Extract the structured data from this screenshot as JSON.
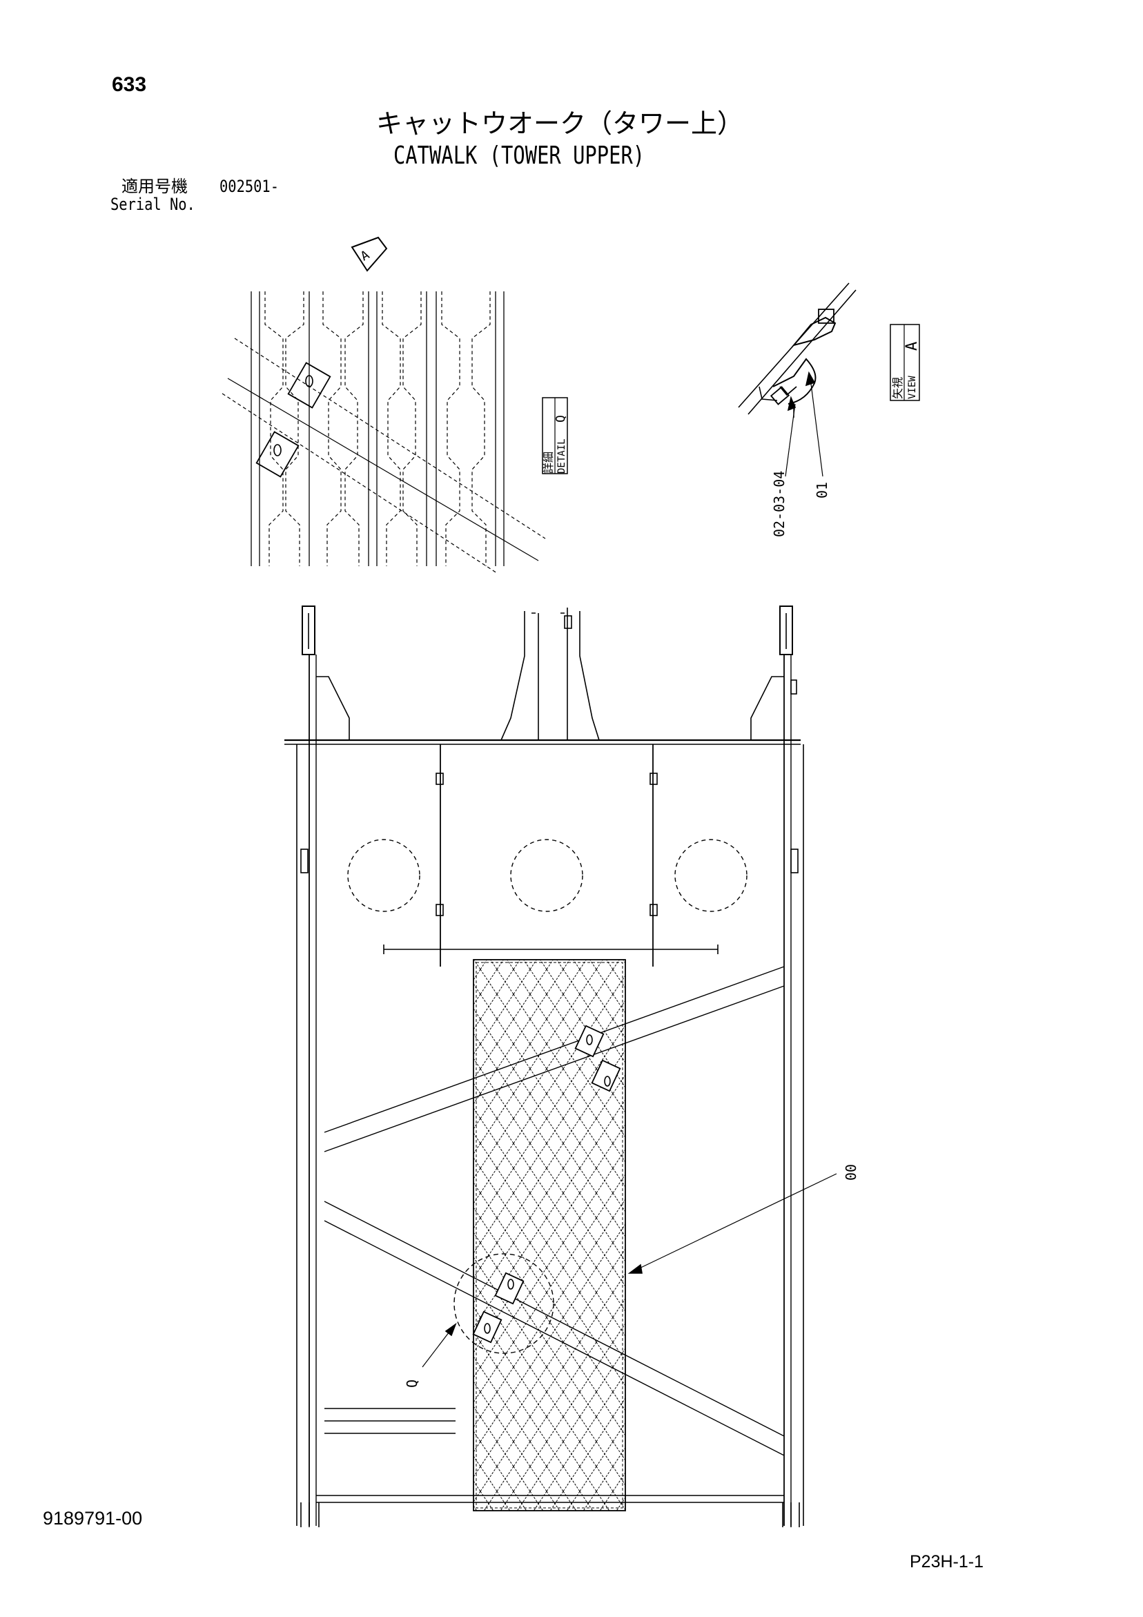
{
  "page": {
    "number": "633",
    "title_jp": "キャットウオーク（タワー上）",
    "title_en": "CATWALK (TOWER UPPER)",
    "serial_label_jp": "適用号機",
    "serial_value": "002501-",
    "serial_label_en": "Serial No.",
    "doc_number": "9189791-00",
    "page_code": "P23H-1-1"
  },
  "labels": {
    "view_arrow": "A",
    "detail_jp": "詳細",
    "detail_en": "DETAIL",
    "detail_letter": "Q",
    "view_jp": "矢視",
    "view_en": "VIEW",
    "view_letter": "A",
    "part_bolt": "02-03-04",
    "part_clamp": "01",
    "part_grating": "00",
    "detail_callout": "Q"
  }
}
